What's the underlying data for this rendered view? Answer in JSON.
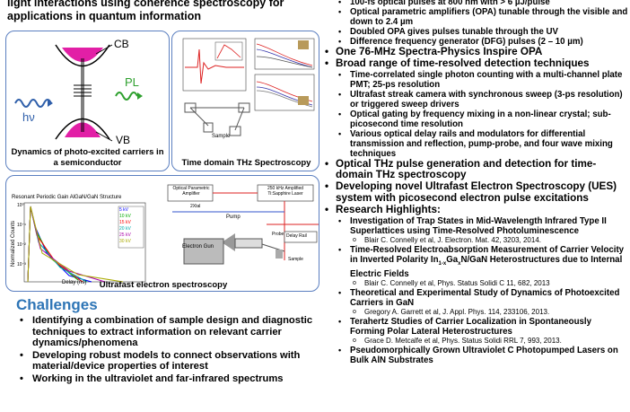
{
  "intro": "light interactions using coherence spectroscopy for applications in quantum information",
  "panels": {
    "carriers": {
      "caption": "Dynamics of photo-excited carriers in a semiconductor",
      "labels": {
        "cb": "CB",
        "vb": "VB",
        "pl": "PL",
        "hv": "hν"
      }
    },
    "thz": {
      "caption": "Time domain THz Spectroscopy",
      "sample_label": "Sample"
    },
    "ues": {
      "caption": "Ultrafast electron spectroscopy",
      "plot_title": "Resonant Periodic Gain AlGaN/GaN Structure",
      "ylabel": "Normalized Counts",
      "xlabel": "Delay (ns)",
      "yticks": [
        "10⁰",
        "10⁻¹",
        "10⁻²",
        "10⁻³"
      ],
      "legend": [
        "5 kV",
        "10 kV",
        "15 kV",
        "20 kV",
        "25 kV",
        "30 kV"
      ],
      "legend_colors": [
        "#0000ff",
        "#00aa00",
        "#ff0000",
        "#00aaaa",
        "#aa00aa",
        "#aaaa00"
      ],
      "boxes": {
        "opa": "Optical Parametric Amplifier",
        "laser": "250 kHz Amplified Ti:Sapphire Laser",
        "xtal": "2Xtal",
        "pump": "Pump",
        "probe": "Probe",
        "delay": "Delay Rail",
        "gun": "Electron Gun",
        "sample": "Sample"
      }
    }
  },
  "challenges": {
    "title": "Challenges",
    "items": [
      "Identifying a combination of sample design and diagnostic techniques to extract information on relevant carrier dynamics/phenomena",
      "Developing robust models to connect observations with material/device properties of interest",
      "Working in the ultraviolet and far-infrared spectrums"
    ]
  },
  "right": {
    "s1": [
      "100-fs optical pulses at 800 nm with > 6 µJ/pulse",
      "Optical parametric amplifiers (OPA) tunable through the visible and down to 2.4 µm",
      "Doubled OPA gives pulses tunable through the UV",
      "Difference frequency generator (DFG) pulses (2 – 10 µm)"
    ],
    "b1": "One 76-MHz Spectra-Physics Inspire OPA",
    "b2": "Broad range of time-resolved detection techniques",
    "s2": [
      "Time-correlated single photon counting with a multi-channel plate PMT; 25-ps resolution",
      "Ultrafast streak camera with synchronous sweep (3-ps resolution) or triggered sweep drivers",
      "Optical gating by frequency mixing in a non-linear crystal; sub-picosecond time resolution",
      "Various optical delay rails and modulators for differential transmission and reflection, pump-probe, and four wave mixing techniques"
    ],
    "b3": "Optical THz pulse generation and detection for time-domain THz spectroscopy",
    "b4": "Developing novel Ultrafast Electron Spectroscopy (UES) system with picosecond electron pulse excitations",
    "b5": "Research Highlights:",
    "h1": "Investigation of Trap States in Mid-Wavelength Infrared Type II Superlattices using Time-Resolved Photoluminescence",
    "h1c": "Blair C. Connelly et al, J. Electron. Mat. 42, 3203, 2014.",
    "h2a": "Time-Resolved Electroabsorption Measurement of Carrier Velocity in Inverted Polarity In",
    "h2s1": "1-x",
    "h2b": "Ga",
    "h2s2": "x",
    "h2c": "N/GaN Heterostructures due to Internal Electric Fields",
    "h2cit": "Blair C. Connelly et al, Phys. Status Solidi C 11, 682, 2013",
    "h3": "Theoretical and Experimental Study of Dynamics of Photoexcited Carriers in GaN",
    "h3c": "Gregory A. Garrett et al, J. Appl. Phys. 114, 233106, 2013.",
    "h4": "Terahertz Studies of Carrier Localization in Spontaneously Forming Polar Lateral Heterostructures",
    "h4c": "Grace D. Metcalfe et al, Phys. Status Solidi RRL 7, 993, 2013.",
    "h5": "Pseudomorphically Grown Ultraviolet C Photopumped Lasers on Bulk AlN Substrates"
  }
}
